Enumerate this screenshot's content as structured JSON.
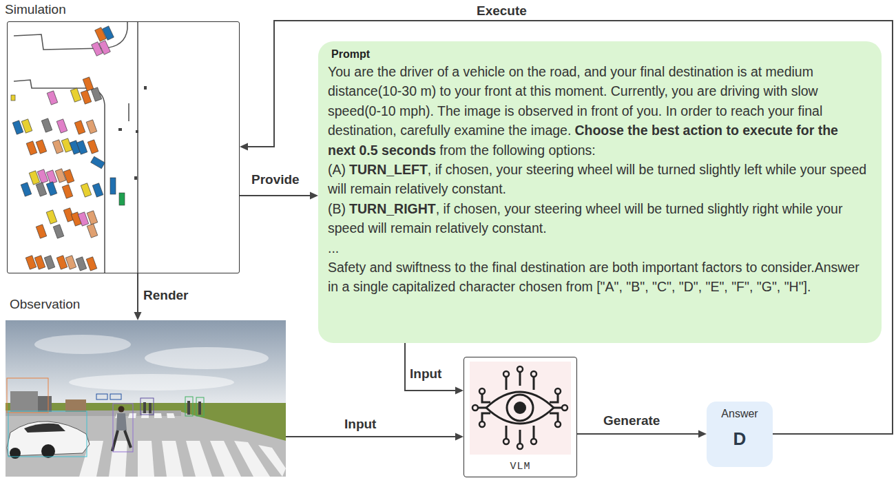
{
  "diagram": {
    "nodes": [
      {
        "text": [
          "Simulation"
        ]
      },
      {
        "text": [
          "Observation"
        ]
      },
      {
        "text": [
          "Prompt",
          "You are the driver of a vehicle on the road, and your final destination is at medium distance(10-30 m) to your front at this moment. Currently, you are driving with slow speed(0-10 mph). The image is observed in front of you. In order to reach your final destination, carefully examine the image.",
          "Choose the best action to execute for the next 0.5 seconds",
          "from the following options:",
          "(A)",
          "TURN_LEFT",
          ", if chosen, your steering wheel will be turned slightly left while your speed will remain relatively constant.",
          "(B)",
          "TURN_RIGHT",
          ", if chosen, your steering wheel will be turned slightly right while your speed will remain relatively constant.",
          "...",
          "Safety and swiftness to the final destination are both important factors to consider.Answer in a single capitalized character chosen from [\"A\", \"B\", \"C\", \"D\", \"E\", \"F\", \"G\", \"H\"]."
        ]
      },
      {
        "text": [
          "VLM"
        ]
      },
      {
        "text": [
          "Answer",
          "D"
        ]
      }
    ],
    "edges": [
      {
        "from": 0,
        "to": 2,
        "arrow": "to",
        "label": "Provide"
      },
      {
        "from": 0,
        "to": 1,
        "arrow": "to",
        "label": "Render"
      },
      {
        "from": 2,
        "to": 3,
        "arrow": "to",
        "label": "Input"
      },
      {
        "from": 1,
        "to": 3,
        "arrow": "to",
        "label": "Input"
      },
      {
        "from": 3,
        "to": 4,
        "arrow": "to",
        "label": "Generate"
      },
      {
        "from": 4,
        "to": 0,
        "arrow": "to",
        "label": "Execute"
      }
    ]
  }
}
